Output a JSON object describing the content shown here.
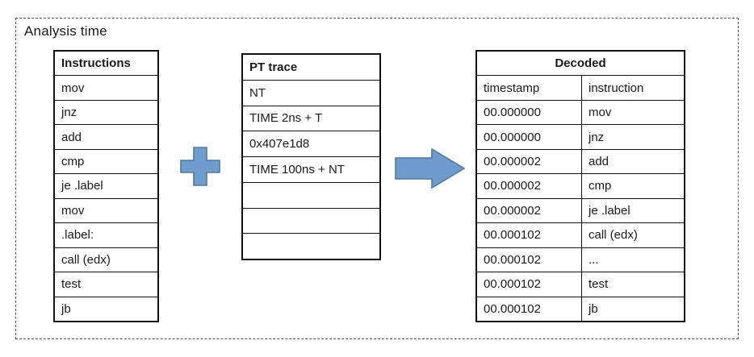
{
  "title": "Analysis time",
  "instructions_table": {
    "header": "Instructions",
    "rows": [
      "mov",
      "jnz",
      "add",
      "cmp",
      "je .label",
      "mov",
      ".label:",
      "call (edx)",
      "test",
      "jb"
    ]
  },
  "pt_trace_table": {
    "header": "PT trace",
    "rows": [
      "NT",
      "TIME 2ns + T",
      "0x407e1d8",
      "TIME 100ns + NT",
      "",
      "",
      ""
    ]
  },
  "decoded_table": {
    "header": "Decoded",
    "col_headers": [
      "timestamp",
      "instruction"
    ],
    "rows": [
      [
        "00.000000",
        "mov"
      ],
      [
        "00.000000",
        "jnz"
      ],
      [
        "00.000002",
        "add"
      ],
      [
        "00.000002",
        "cmp"
      ],
      [
        "00.000002",
        "je .label"
      ],
      [
        "00.000102",
        "call (edx)"
      ],
      [
        "00.000102",
        "..."
      ],
      [
        "00.000102",
        "test"
      ],
      [
        "00.000102",
        "jb"
      ]
    ]
  },
  "icons": {
    "plus": "plus-icon",
    "arrow": "right-arrow-icon"
  },
  "colors": {
    "shape_fill": "#6f9bcd",
    "shape_stroke": "#54779e",
    "table_border": "#111111",
    "text": "#1a1a1a",
    "frame_border": "#555555"
  }
}
